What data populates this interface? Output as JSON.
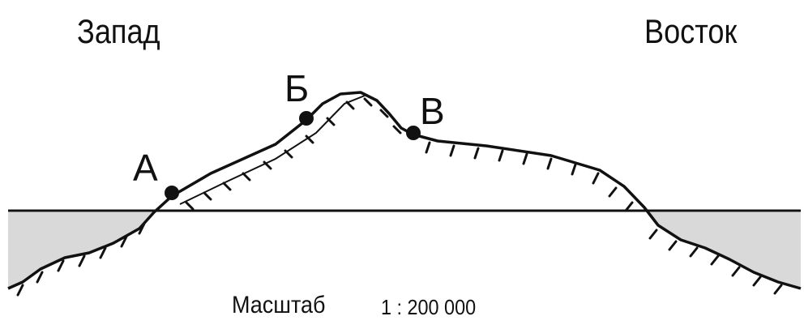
{
  "directions": {
    "west": "Запад",
    "east": "Восток"
  },
  "points": [
    {
      "id": "A",
      "label": "А"
    },
    {
      "id": "B",
      "label": "Б"
    },
    {
      "id": "V",
      "label": "В"
    }
  ],
  "scale": {
    "word": "Масштаб",
    "value": "1 : 200 000"
  },
  "colors": {
    "ink": "#111111",
    "water": "#d9d9d9",
    "background": "#ffffff"
  }
}
